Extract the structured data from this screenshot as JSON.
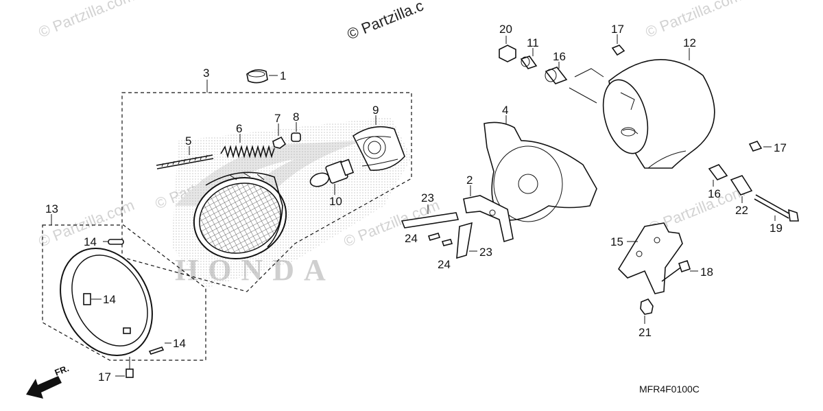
{
  "diagram": {
    "watermark_main": "© Partzilla.c",
    "watermarks": [
      "© Partzilla.com",
      "© Partzilla.com",
      "© Partzilla.com",
      "© Partzilla.com",
      "© Partzilla.com",
      "© Partzilla.com"
    ],
    "brand_watermark": "HONDA",
    "direction_label": "FR.",
    "figure_code": "MFR4F0100C",
    "callouts": {
      "c1": "1",
      "c2": "2",
      "c3": "3",
      "c4": "4",
      "c5": "5",
      "c6": "6",
      "c7": "7",
      "c8": "8",
      "c9": "9",
      "c10": "10",
      "c11": "11",
      "c12": "12",
      "c13": "13",
      "c14a": "14",
      "c14b": "14",
      "c14c": "14",
      "c15": "15",
      "c16a": "16",
      "c16b": "16",
      "c17a": "17",
      "c17b": "17",
      "c17c": "17",
      "c18": "18",
      "c19": "19",
      "c20": "20",
      "c21": "21",
      "c22": "22",
      "c23a": "23",
      "c23b": "23",
      "c24a": "24",
      "c24b": "24"
    }
  }
}
